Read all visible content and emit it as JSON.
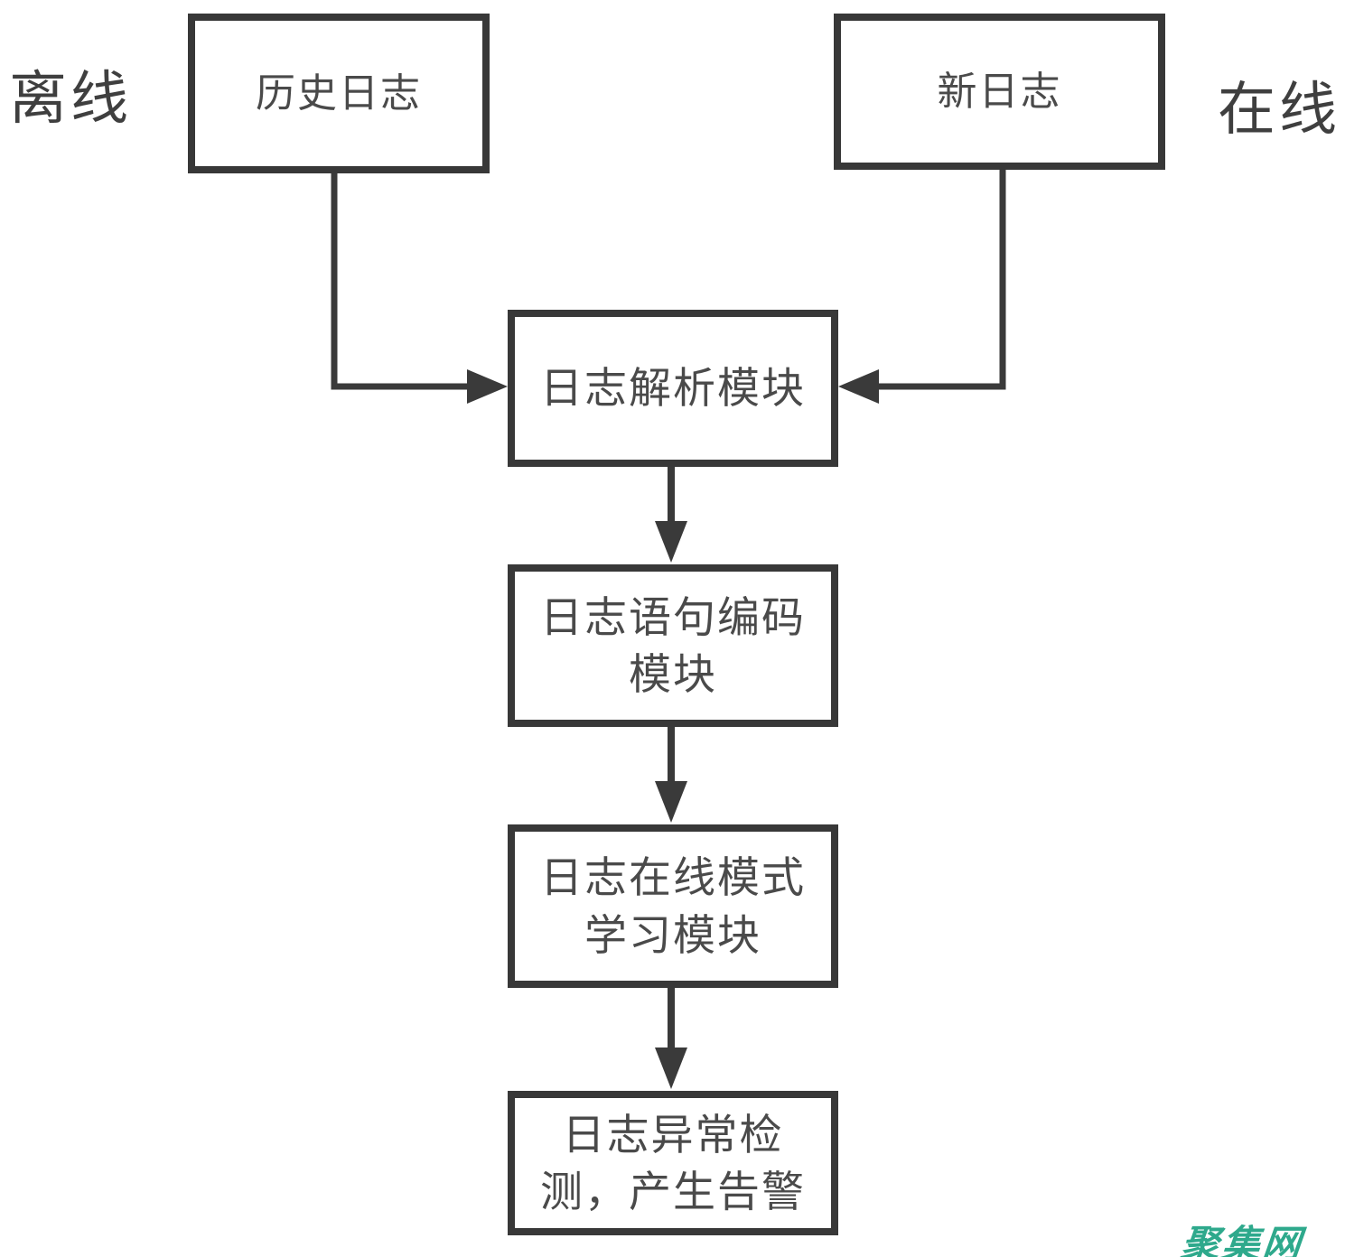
{
  "diagram": {
    "background_color": "#ffffff",
    "line_color": "#3a3a3a",
    "text_color": "#4a4a4a",
    "side_labels": {
      "offline": "离线",
      "online": "在线"
    },
    "nodes": {
      "history_log": {
        "lines": [
          "历史日志"
        ]
      },
      "new_log": {
        "lines": [
          "新日志"
        ]
      },
      "parse_module": {
        "lines": [
          "日志解析模块"
        ]
      },
      "encode_module": {
        "lines": [
          "日志语句编码",
          "模块"
        ]
      },
      "learn_module": {
        "lines": [
          "日志在线模式",
          "学习模块"
        ]
      },
      "detect_module": {
        "lines": [
          "日志异常检",
          "测，产生告警"
        ]
      }
    },
    "watermark": {
      "text": "聚集网",
      "color": "#2ea98c"
    }
  }
}
